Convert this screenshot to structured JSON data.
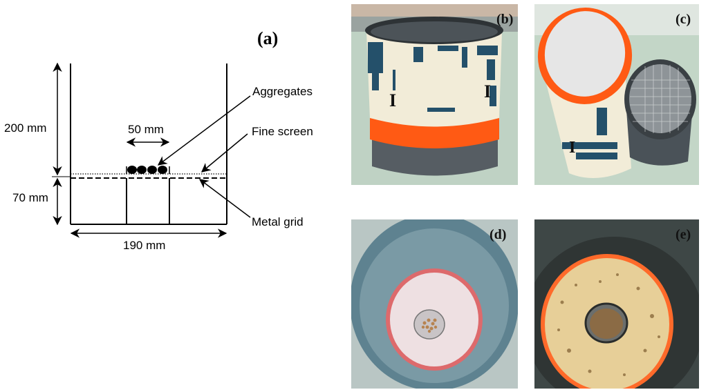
{
  "panels": {
    "a": "(a)",
    "b": "(b)",
    "c": "(c)",
    "d": "(d)",
    "e": "(e)"
  },
  "diagram": {
    "dim_height_upper": "200 mm",
    "dim_height_lower": "70 mm",
    "dim_inner_width": "50 mm",
    "dim_total_width": "190 mm",
    "label_aggregates": "Aggregates",
    "label_fine_screen": "Fine screen",
    "label_metal_grid": "Metal grid"
  },
  "colors": {
    "orange_tape": "#ff5a14",
    "pipe_grey": "#4a5258",
    "bench_green": "#b8cfc0",
    "paper_cream": "#f2ecd8",
    "blue_paint": "#24506a"
  },
  "photo_labels": {
    "sticker_b1": "I",
    "sticker_b2": "I",
    "sticker_c": "I"
  }
}
